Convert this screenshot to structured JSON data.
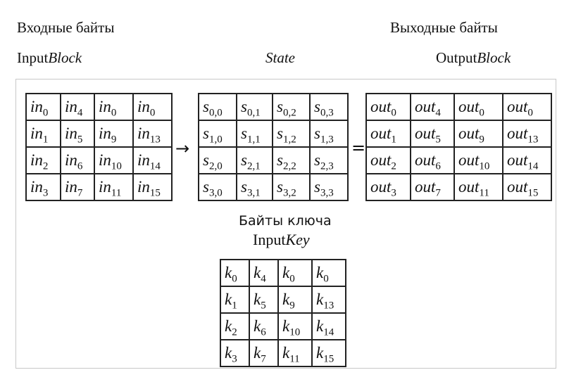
{
  "headings": {
    "input_bytes": "Входные байты",
    "output_bytes": "Выходные байты"
  },
  "labels": {
    "input_prefix": "Input",
    "input_suffix": "Block",
    "state": "State",
    "output_prefix": "Output",
    "output_suffix": "Block"
  },
  "operators": {
    "arrow": "→",
    "equals": "="
  },
  "input_matrix": {
    "base": "in",
    "rows": [
      [
        "0",
        "4",
        "0",
        "0"
      ],
      [
        "1",
        "5",
        "9",
        "13"
      ],
      [
        "2",
        "6",
        "10",
        "14"
      ],
      [
        "3",
        "7",
        "11",
        "15"
      ]
    ]
  },
  "state_matrix": {
    "base": "s",
    "rows": [
      [
        "0,0",
        "0,1",
        "0,2",
        "0,3"
      ],
      [
        "1,0",
        "1,1",
        "1,2",
        "1,3"
      ],
      [
        "2,0",
        "2,1",
        "2,2",
        "2,3"
      ],
      [
        "3,0",
        "3,1",
        "3,2",
        "3,3"
      ]
    ]
  },
  "output_matrix": {
    "base": "out",
    "rows": [
      [
        "0",
        "4",
        "0",
        "0"
      ],
      [
        "1",
        "5",
        "9",
        "13"
      ],
      [
        "2",
        "6",
        "10",
        "14"
      ],
      [
        "3",
        "7",
        "11",
        "15"
      ]
    ]
  },
  "key": {
    "heading": "Байты ключа",
    "label_prefix": "Input",
    "label_suffix": "Key",
    "base": "k",
    "rows": [
      [
        "0",
        "4",
        "0",
        "0"
      ],
      [
        "1",
        "5",
        "9",
        "13"
      ],
      [
        "2",
        "6",
        "10",
        "14"
      ],
      [
        "3",
        "7",
        "11",
        "15"
      ]
    ]
  }
}
